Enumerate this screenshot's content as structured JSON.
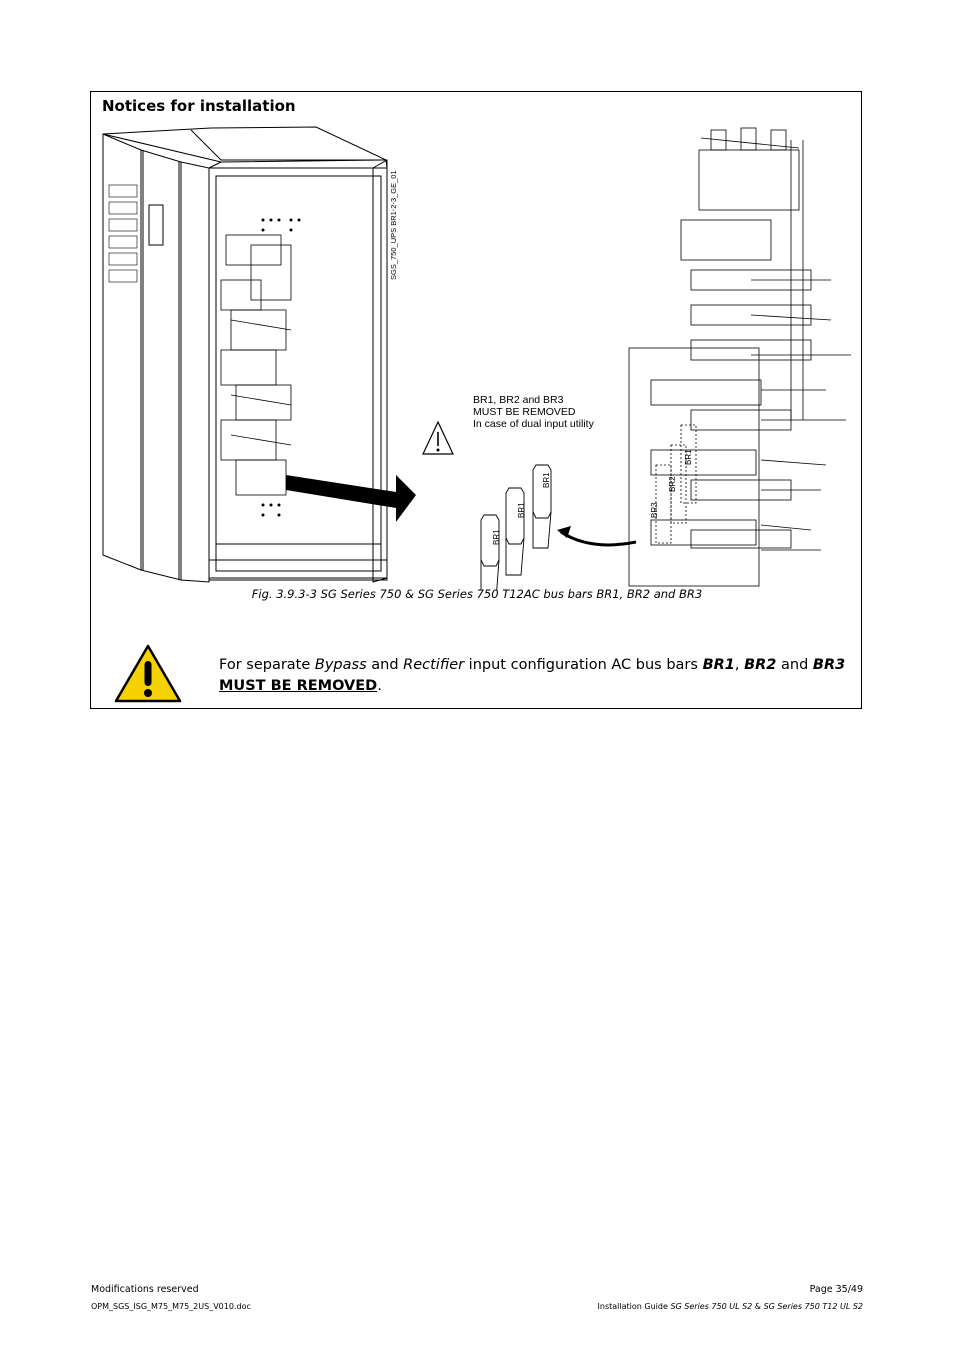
{
  "notice": {
    "title": "Notices for installation",
    "figure": {
      "drawing_id": "SGS_750_UPS BR1-2-3_GE_01",
      "callout_line1": "BR1, BR2 and BR3",
      "callout_line2": "MUST BE REMOVED",
      "callout_line3": "In case of dual input utility",
      "loose_bar_labels": [
        "BR1",
        "BR1",
        "BR1"
      ],
      "installed_bar_labels": [
        "BR3",
        "BR2",
        "BR1"
      ]
    },
    "caption": "Fig. 3.9.3-3   SG Series 750 & SG Series 750 T12AC bus bars BR1, BR2 and BR3",
    "warning": {
      "icon": "warning-exclamation-icon",
      "t1": "For separate ",
      "t2": "Bypass",
      "t3": " and ",
      "t4": "Rectifier",
      "t5": " input configuration AC bus bars ",
      "t6": "BR1",
      "t7": ", ",
      "t8": "BR2",
      "t9": " and ",
      "t10": "BR3",
      "t11": "MUST BE REMOVED",
      "t12": ".",
      "icon_color": "#f5d200"
    }
  },
  "footer": {
    "left_line1": "Modifications reserved",
    "left_line2": "OPM_SGS_ISG_M75_M75_2US_V010.doc",
    "right_line1": "Page 35/49",
    "right_line2_a": "Installation Guide ",
    "right_line2_b": "SG Series 750 UL S2",
    "right_line2_c": " & ",
    "right_line2_d": "SG Series 750 T12 UL S2"
  }
}
